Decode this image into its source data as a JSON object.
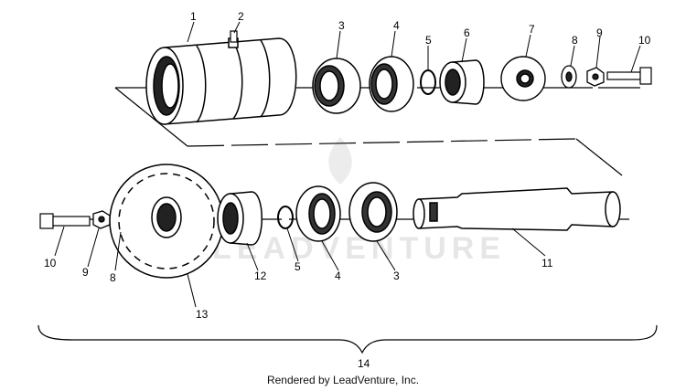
{
  "callouts": {
    "top": [
      "1",
      "2",
      "3",
      "4",
      "5",
      "6",
      "7",
      "8",
      "9",
      "10"
    ],
    "bottom": {
      "c10": "10",
      "c9": "9",
      "c8": "8",
      "c13": "13",
      "c12": "12",
      "c5": "5",
      "c4": "4",
      "c3": "3",
      "c11": "11",
      "c14": "14"
    }
  },
  "watermark": "LEADVENTURE",
  "footer": "Rendered by LeadVenture, Inc."
}
